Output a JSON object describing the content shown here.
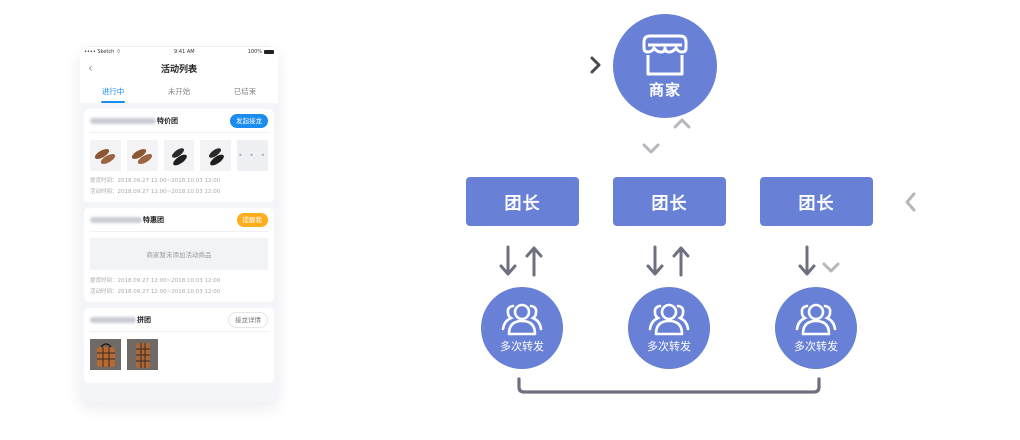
{
  "phone": {
    "statusbar": {
      "carrier": "•••• Sketch",
      "time": "9:41 AM",
      "battery": "100%"
    },
    "navbar": {
      "back_icon": "chevron-left-icon",
      "title": "活动列表"
    },
    "tabs": [
      {
        "label": "进行中",
        "active": true
      },
      {
        "label": "未开始",
        "active": false
      },
      {
        "label": "已结束",
        "active": false
      }
    ],
    "cards": [
      {
        "title_suffix": "特价团",
        "action_label": "发起接龙",
        "thumbnails": [
          "brown-loafer",
          "brown-loafer",
          "black-loafer",
          "black-loafer"
        ],
        "more_label": "• • •",
        "pickup_label": "提货时间：",
        "pickup_time": "2018.09.27 12:00~2018.10.03 12:00",
        "activity_label": "活动时间：",
        "activity_time": "2018.09.27 12:00~2018.10.03 12:00"
      },
      {
        "title_suffix": "特惠团",
        "action_label": "提醒我",
        "empty_text": "商家暂未添加活动商品",
        "pickup_label": "提货时间：",
        "pickup_time": "2018.09.27 12:00~2018.10.03 12:00",
        "activity_label": "活动时间：",
        "activity_time": "2018.09.27 12:00~2018.10.03 12:00"
      },
      {
        "title_suffix": "拼团",
        "action_label": "接龙详情",
        "thumbnails": [
          "plaid-backpack",
          "plaid-bag"
        ]
      }
    ]
  },
  "diagram": {
    "colors": {
      "node": "#6880d6",
      "arrow": "#6e7080",
      "chevron_light": "#b8b8bc",
      "chevron_dark": "#4a4a50"
    },
    "merchant": {
      "label": "商家",
      "icon": "storefront-icon"
    },
    "leaders": [
      {
        "label": "团长"
      },
      {
        "label": "团长"
      },
      {
        "label": "团长"
      }
    ],
    "groups": [
      {
        "label": "多次转发",
        "icon": "users-group-icon"
      },
      {
        "label": "多次转发",
        "icon": "users-group-icon"
      },
      {
        "label": "多次转发",
        "icon": "users-group-icon"
      }
    ]
  }
}
